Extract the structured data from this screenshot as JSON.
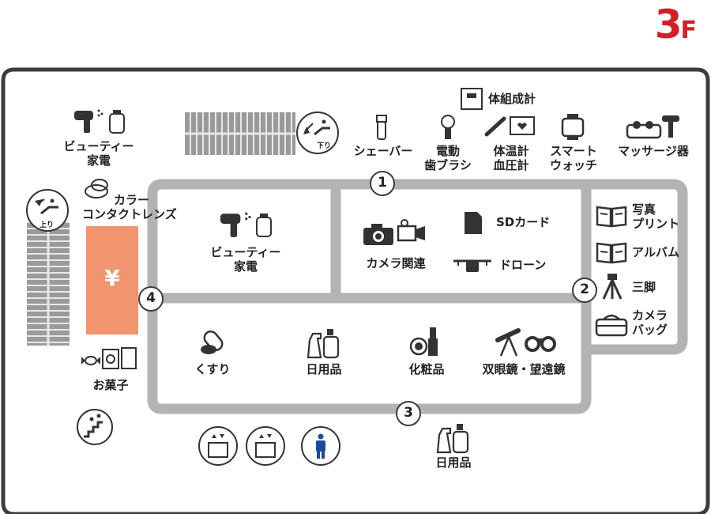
{
  "floor": {
    "number": "3",
    "suffix": "F",
    "color": "#d31f26"
  },
  "colors": {
    "walkway": "#b3b3b3",
    "outline": "#3c3c3c",
    "atm": "#f1956f",
    "icon": "#333333",
    "restroom": "#1a4aa0"
  },
  "nodes": [
    {
      "id": "1",
      "label": "1"
    },
    {
      "id": "2",
      "label": "2"
    },
    {
      "id": "3",
      "label": "3"
    },
    {
      "id": "4",
      "label": "4"
    }
  ],
  "escalators": {
    "up": "上り",
    "down": "下り"
  },
  "atm": {
    "symbol": "¥"
  },
  "labels": {
    "beauty_outer": [
      "ビューティー",
      "家電"
    ],
    "contact_lens": [
      "カラー",
      "コンタクトレンズ"
    ],
    "sweets": "お菓子",
    "shaver": "シェーバー",
    "toothbrush": [
      "電動",
      "歯ブラシ"
    ],
    "body_scale": "体組成計",
    "thermometer": [
      "体温計",
      "血圧計"
    ],
    "smartwatch": [
      "スマート",
      "ウォッチ"
    ],
    "massager": "マッサージ器",
    "beauty_inner": [
      "ビューティー",
      "家電"
    ],
    "camera": "カメラ関連",
    "sdcard": "SDカード",
    "drone": "ドローン",
    "photo_print": [
      "写真",
      "プリント"
    ],
    "album": "アルバム",
    "tripod": "三脚",
    "camera_bag": [
      "カメラ",
      "バッグ"
    ],
    "medicine": "くすり",
    "daily_goods_inner": "日用品",
    "cosmetics": "化粧品",
    "optics": "双眼鏡・望遠鏡",
    "daily_goods_outer": "日用品"
  },
  "icons": [
    "hair-dryer-icon",
    "lotion-bottle-icon",
    "contact-lens-icon",
    "candy-icon",
    "snack-box-icon",
    "stairs-icon",
    "elevator-icon",
    "restroom-icon",
    "shaver-icon",
    "toothbrush-icon",
    "scale-icon",
    "thermometer-icon",
    "blood-pressure-icon",
    "smartwatch-icon",
    "massager-icon",
    "camera-icon",
    "video-camera-icon",
    "sdcard-icon",
    "drone-icon",
    "photo-print-icon",
    "album-icon",
    "tripod-icon",
    "bag-icon",
    "pills-icon",
    "spray-bottle-icon",
    "cosmetics-icon",
    "telescope-icon",
    "binoculars-icon"
  ]
}
